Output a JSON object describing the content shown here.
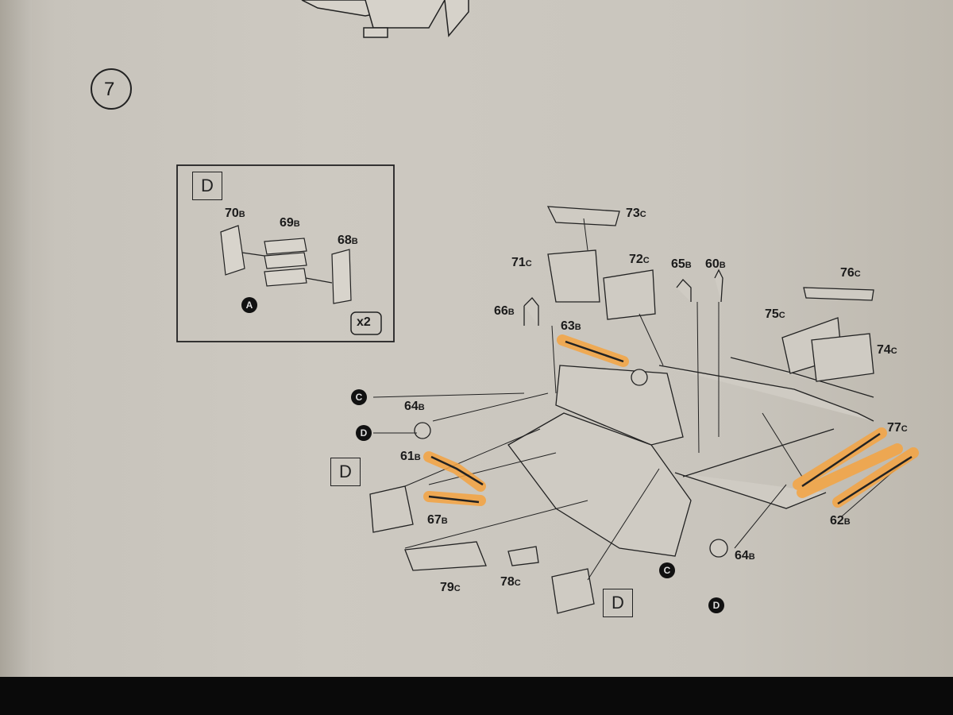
{
  "step_number": "7",
  "inset": {
    "box_label": "D",
    "parts": [
      {
        "num": "70",
        "suffix": "B"
      },
      {
        "num": "69",
        "suffix": "B"
      },
      {
        "num": "68",
        "suffix": "B"
      }
    ],
    "marker": "A",
    "multiplier": "x2"
  },
  "parts": [
    {
      "num": "73",
      "suffix": "C"
    },
    {
      "num": "71",
      "suffix": "C"
    },
    {
      "num": "72",
      "suffix": "C"
    },
    {
      "num": "65",
      "suffix": "B"
    },
    {
      "num": "60",
      "suffix": "B"
    },
    {
      "num": "66",
      "suffix": "B"
    },
    {
      "num": "63",
      "suffix": "B"
    },
    {
      "num": "76",
      "suffix": "C"
    },
    {
      "num": "75",
      "suffix": "C"
    },
    {
      "num": "74",
      "suffix": "C"
    },
    {
      "num": "64",
      "suffix": "B"
    },
    {
      "num": "61",
      "suffix": "B"
    },
    {
      "num": "67",
      "suffix": "B"
    },
    {
      "num": "77",
      "suffix": "C"
    },
    {
      "num": "62",
      "suffix": "B"
    },
    {
      "num": "79",
      "suffix": "C"
    },
    {
      "num": "78",
      "suffix": "C"
    },
    {
      "num": "64",
      "suffix": "B"
    }
  ],
  "markers": [
    "C",
    "D",
    "C",
    "D"
  ],
  "sub_assembly_labels": [
    "D",
    "D"
  ],
  "highlight_color": "#f5a341"
}
